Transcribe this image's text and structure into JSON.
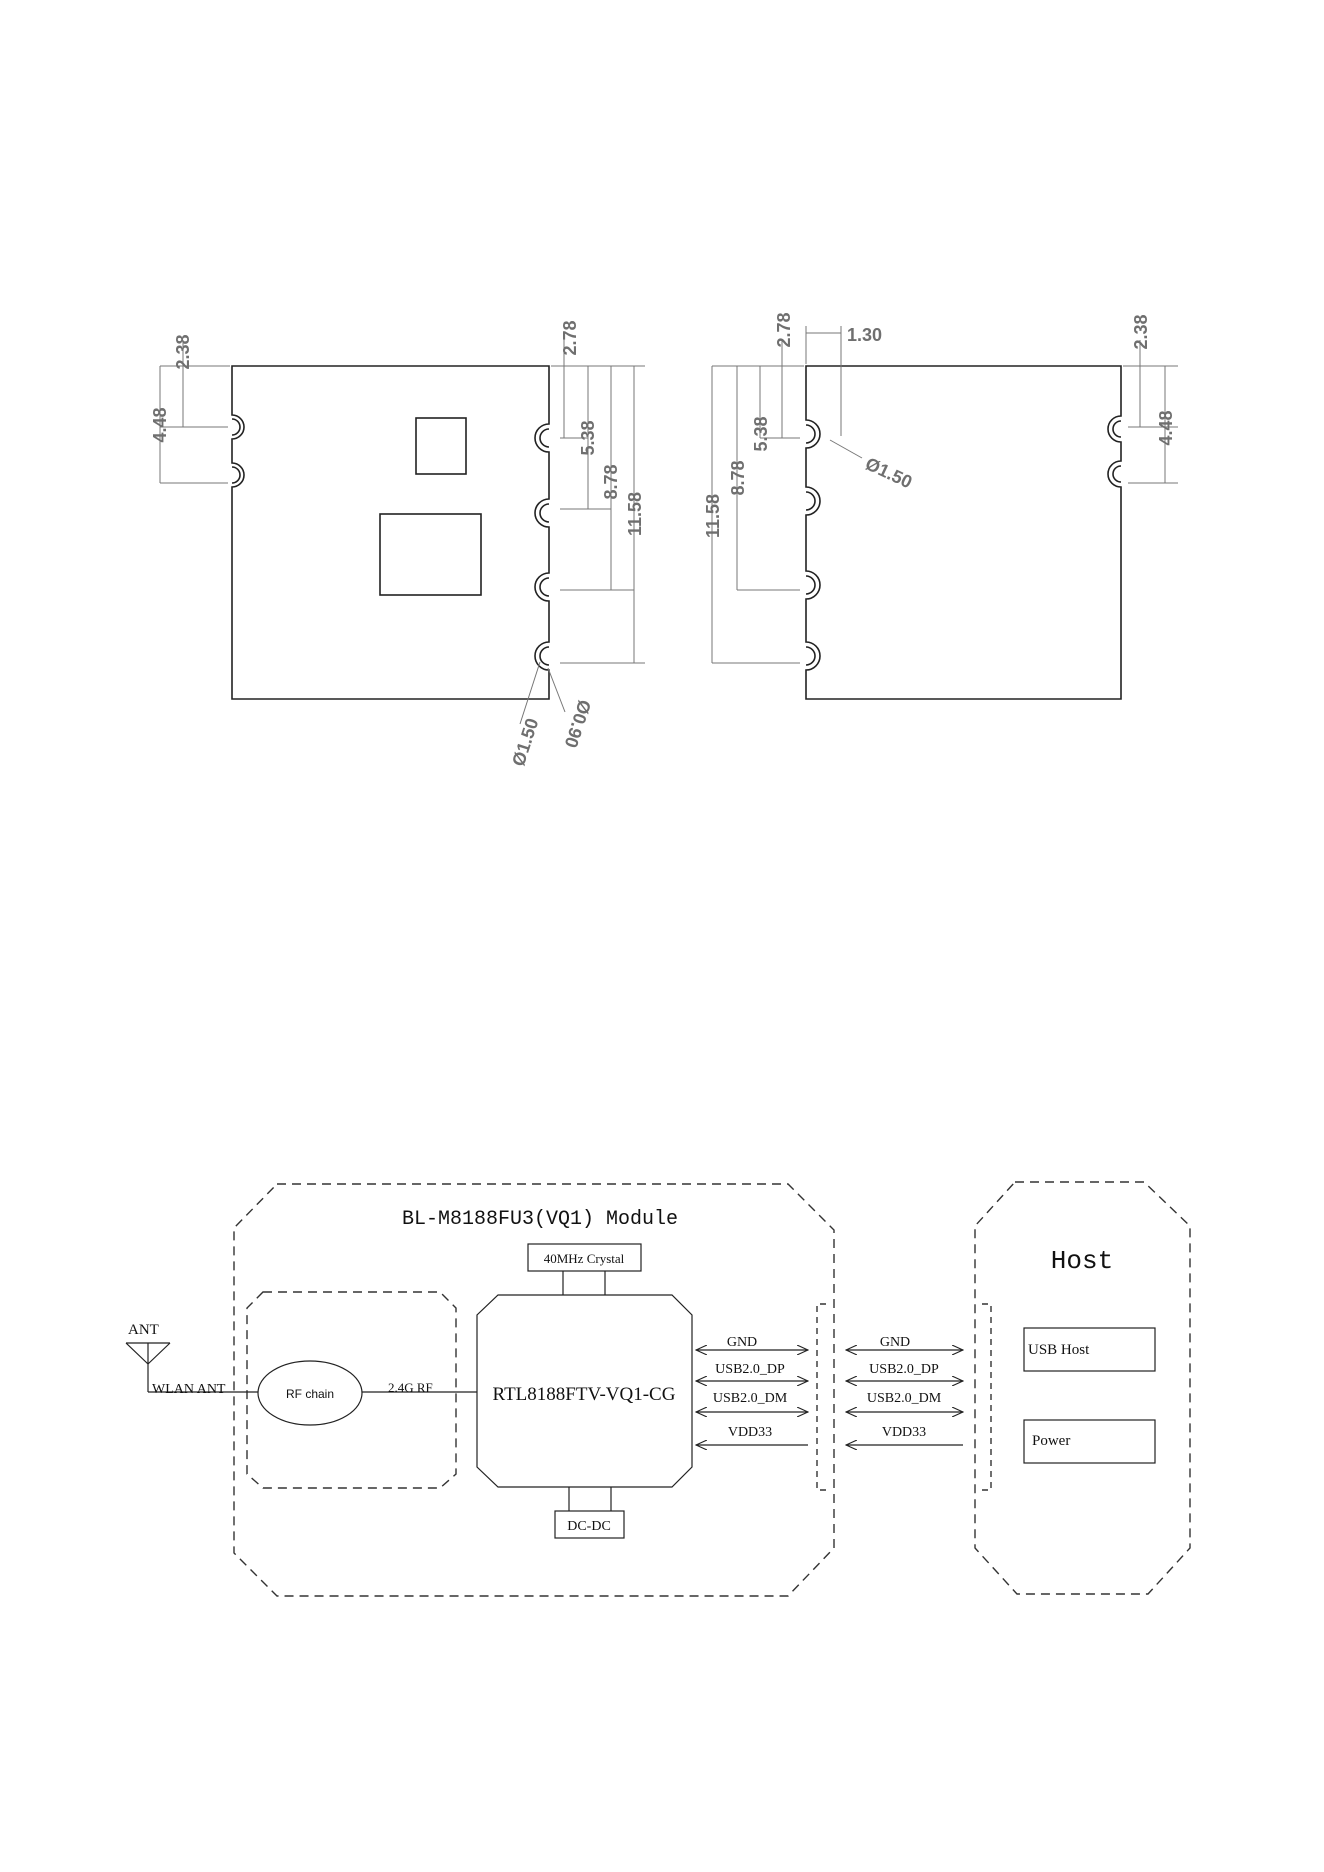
{
  "dimensions": {
    "left_view": {
      "top_offset_left": "2.38",
      "pitch_left": "4.48",
      "top_offset_right": "2.78",
      "pad2": "5.38",
      "pad3": "8.78",
      "pad4": "11.58",
      "pad_diameter": "Ø1.50",
      "hole_diameter": "Ø0.90"
    },
    "right_view": {
      "top_offset_left": "2.78",
      "width_offset": "1.30",
      "pad2": "5.38",
      "pad3": "8.78",
      "pad4": "11.58",
      "pad_diameter": "Ø1.50",
      "top_offset_right": "2.38",
      "pitch_right": "4.48"
    }
  },
  "block_diagram": {
    "module_title": "BL-M8188FU3(VQ1) Module",
    "host_title": "Host",
    "antenna": "ANT",
    "wlan_ant": "WLAN ANT",
    "rf_chain": "RF chain",
    "rf_label": "2.4G RF",
    "chip": "RTL8188FTV-VQ1-CG",
    "crystal": "40MHz Crystal",
    "dcdc": "DC-DC",
    "module_signals": [
      "GND",
      "USB2.0_DP",
      "USB2.0_DM",
      "VDD33"
    ],
    "host_signals": [
      "GND",
      "USB2.0_DP",
      "USB2.0_DM",
      "VDD33"
    ],
    "usb_host": "USB Host",
    "power": "Power"
  }
}
